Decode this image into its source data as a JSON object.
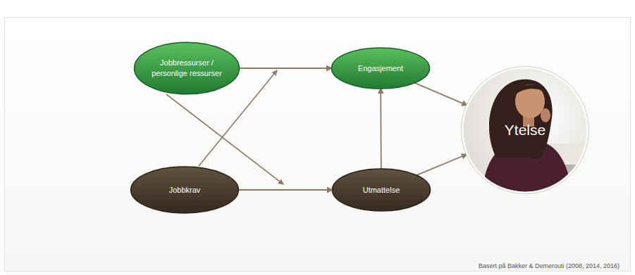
{
  "diagram": {
    "nodes": [
      {
        "text": [
          "Jobbressurser / personlige ressurser"
        ]
      },
      {
        "text": [
          "Engasjement"
        ]
      },
      {
        "text": [
          "Jobbkrav"
        ]
      },
      {
        "text": [
          "Utmattelse"
        ]
      },
      {
        "text": [
          "Ytelse"
        ]
      }
    ],
    "edges": [
      {
        "from": 0,
        "to": 1,
        "arrow": "to"
      },
      {
        "from": 2,
        "to": 3,
        "arrow": "to"
      },
      {
        "from": 3,
        "to": 1,
        "arrow": "to"
      },
      {
        "from": 1,
        "to": 4,
        "arrow": "to"
      },
      {
        "from": 3,
        "to": 4,
        "arrow": "to"
      }
    ],
    "labels": [
      "Basert på Bakker & Demerouti (2008, 2014, 2016)"
    ]
  }
}
